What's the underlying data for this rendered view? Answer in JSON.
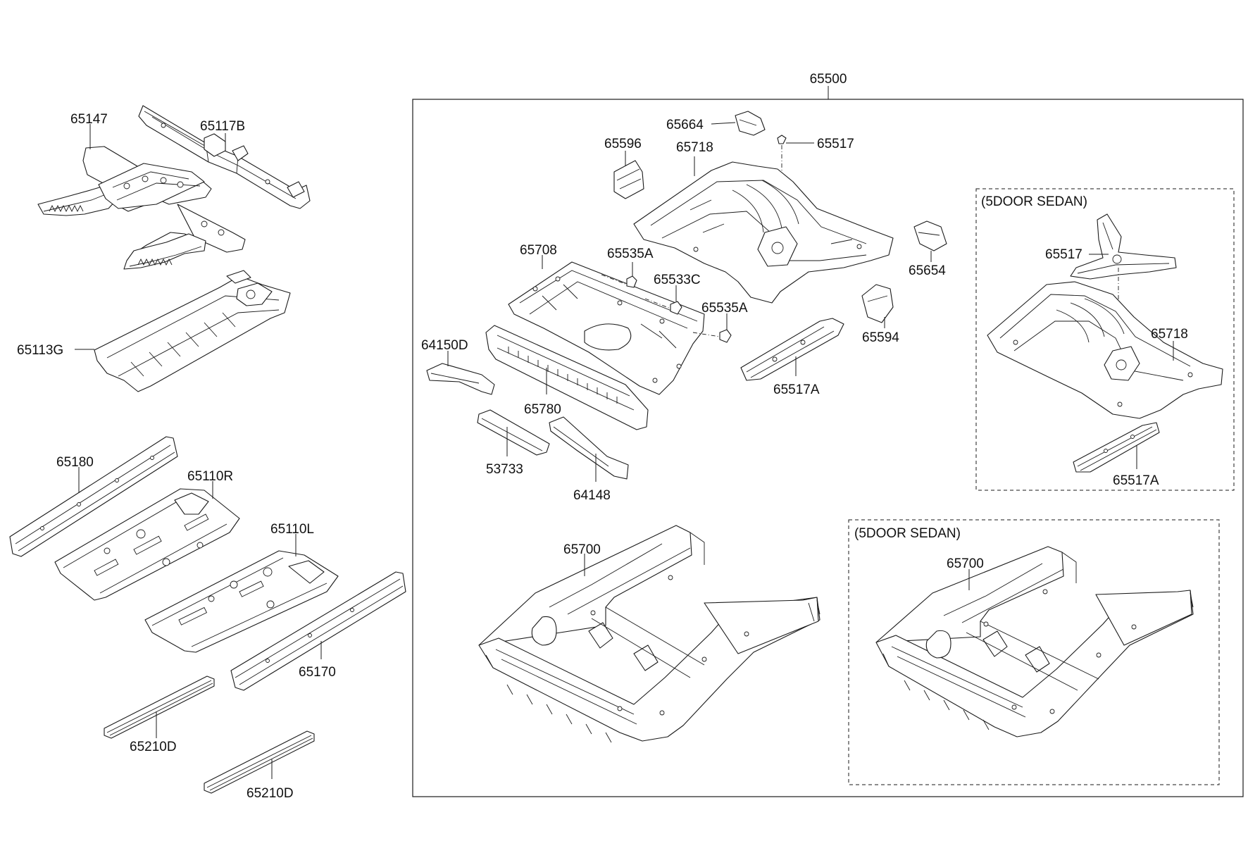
{
  "diagram": {
    "assembly_label": "65500",
    "group_labels": {
      "sedan_floor": "(5DOOR SEDAN)",
      "sedan_frame": "(5DOOR SEDAN)"
    },
    "part_labels": {
      "p65147": "65147",
      "p65117B": "65117B",
      "p65113G": "65113G",
      "p65180": "65180",
      "p65110R": "65110R",
      "p65110L": "65110L",
      "p65170": "65170",
      "p65210D_a": "65210D",
      "p65210D_b": "65210D",
      "p65664": "65664",
      "p65517": "65517",
      "p65596": "65596",
      "p65718": "65718",
      "p65708": "65708",
      "p65535A_a": "65535A",
      "p65533C": "65533C",
      "p65535A_b": "65535A",
      "p65654": "65654",
      "p65594": "65594",
      "p64150D": "64150D",
      "p65780": "65780",
      "p65517A": "65517A",
      "p53733": "53733",
      "p64148": "64148",
      "p65700": "65700",
      "p65517_sedan": "65517",
      "p65718_sedan": "65718",
      "p65517A_sedan": "65517A",
      "p65700_sedan": "65700"
    }
  }
}
